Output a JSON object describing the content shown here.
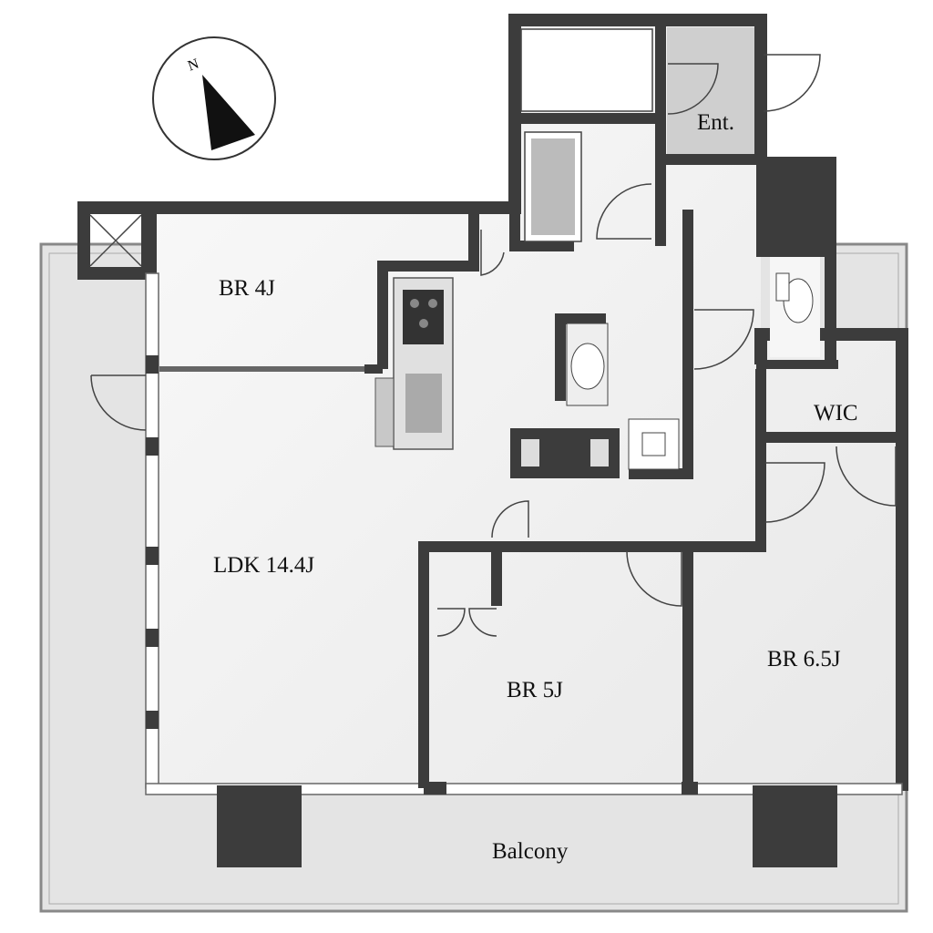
{
  "compass": {
    "north_label": "N"
  },
  "rooms": {
    "br4": "BR 4J",
    "ldk": "LDK 14.4J",
    "br5": "BR 5J",
    "br65": "BR 6.5J",
    "wic": "WIC",
    "entrance": "Ent.",
    "balcony": "Balcony"
  },
  "colors": {
    "wall": "#3c3c3c",
    "floor": "#f2f2f2",
    "balcony": "#e4e4e4",
    "entrance": "#cfcfcf"
  }
}
